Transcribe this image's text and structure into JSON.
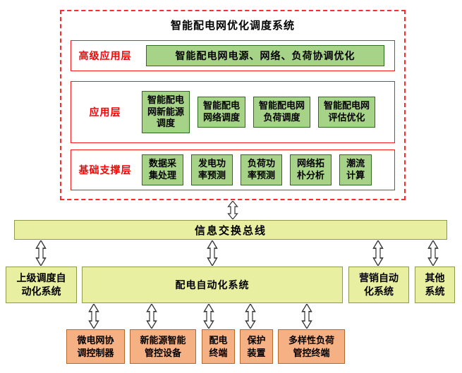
{
  "title": "智能配电网优化调度系统",
  "layers": [
    {
      "label": "高级应用层",
      "items": [
        "智能配电网电源、网络、负荷协调优化"
      ]
    },
    {
      "label": "应用层",
      "items": [
        "智能配电\n网新能源\n调度",
        "智能配电\n网络调度",
        "智能配电网\n负荷调度",
        "智能配电网\n评估优化"
      ]
    },
    {
      "label": "基础支撑层",
      "items": [
        "数据采\n集处理",
        "发电功\n率预测",
        "负荷功\n率预测",
        "网络拓\n朴分析",
        "潮流\n计算"
      ]
    }
  ],
  "bus": {
    "label": "信息交换总线"
  },
  "systems": [
    {
      "label": "上级调度自\n动化系统"
    },
    {
      "label": "配电自动化系统"
    },
    {
      "label": "营销自动\n化系统"
    },
    {
      "label": "其他\n系统"
    }
  ],
  "devices": [
    {
      "label": "微电网协\n调控制器"
    },
    {
      "label": "新能源智能\n管控设备"
    },
    {
      "label": "配电\n终端"
    },
    {
      "label": "保护\n装置"
    },
    {
      "label": "多样性负荷\n管控终端"
    }
  ],
  "colors": {
    "module_green": "#a6d388",
    "module_green_border": "#2f6b1f",
    "system_yellow": "#e9efa0",
    "system_yellow_border": "#8f9a4a",
    "device_orange": "#f5b183",
    "device_orange_border": "#b7682b",
    "accent_red": "#ff0000"
  }
}
